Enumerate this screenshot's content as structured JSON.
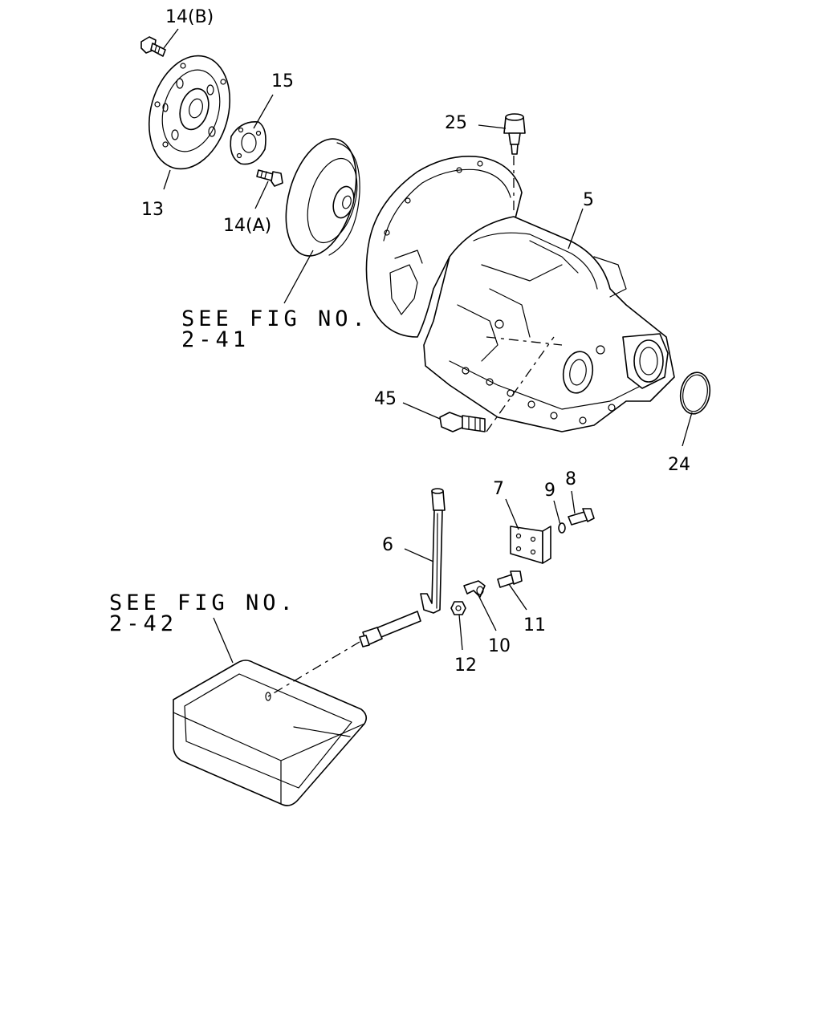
{
  "labels": {
    "p14b": "14(B)",
    "p15": "15",
    "p13": "13",
    "p14a": "14(A)",
    "p25": "25",
    "p5": "5",
    "p45": "45",
    "p24": "24",
    "p7": "7",
    "p9": "9",
    "p8": "8",
    "p6": "6",
    "p10": "10",
    "p11": "11",
    "p12": "12"
  },
  "references": {
    "torque_converter": {
      "line1": "SEE FIG NO.",
      "line2": "2-41"
    },
    "oil_pan": {
      "line1": "SEE FIG NO.",
      "line2": "2-42"
    }
  }
}
